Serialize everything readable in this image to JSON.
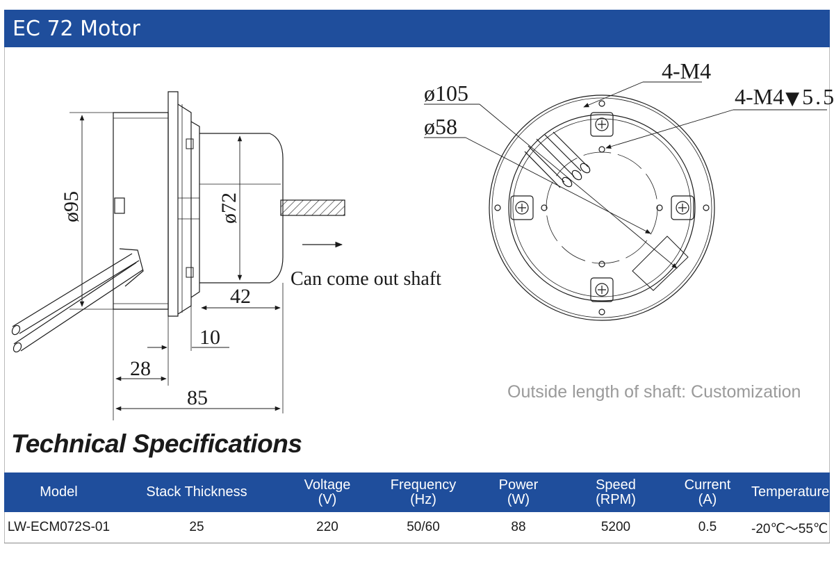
{
  "header": {
    "title": "EC 72 Motor"
  },
  "drawing": {
    "side_view": {
      "dia_body": "ø95",
      "dia_can": "ø72",
      "len_can": "42",
      "len_flange": "10",
      "len_back": "28",
      "len_total": "85",
      "shaft_note": "Can come out shaft"
    },
    "front_view": {
      "dia_outer": "ø105",
      "dia_inner": "ø58",
      "holes_1": "4-M4",
      "holes_2_prefix": "4-M4",
      "holes_2_depth_symbol": "▼",
      "holes_2_depth": "5.5"
    }
  },
  "note": "Outside length of shaft: Customization",
  "specs": {
    "title": "Technical Specifications",
    "headers": [
      {
        "label": "Model",
        "unit": ""
      },
      {
        "label": "Stack Thickness",
        "unit": ""
      },
      {
        "label": "Voltage",
        "unit": "(V)"
      },
      {
        "label": "Frequency",
        "unit": "(Hz)"
      },
      {
        "label": "Power",
        "unit": "(W)"
      },
      {
        "label": "Speed",
        "unit": "(RPM)"
      },
      {
        "label": "Current",
        "unit": "(A)"
      },
      {
        "label": "Temperature",
        "unit": ""
      }
    ],
    "rows": [
      [
        "LW-ECM072S-01",
        "25",
        "220",
        "50/60",
        "88",
        "5200",
        "0.5",
        "-20℃～55℃"
      ]
    ]
  },
  "colors": {
    "brand_blue": "#1f4e9c",
    "note_gray": "#9a9a9a",
    "line": "#1a1a1a"
  }
}
